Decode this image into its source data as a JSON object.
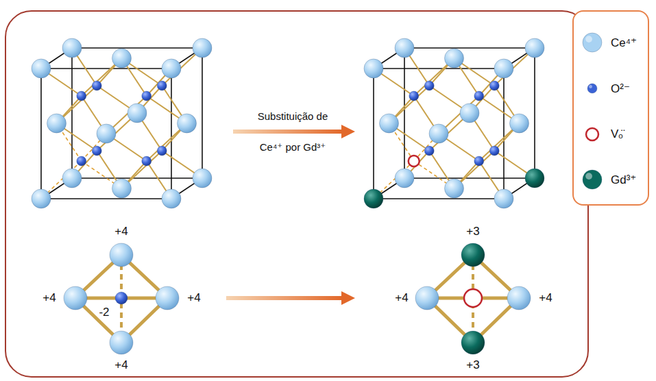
{
  "diagram": {
    "labels": [
      "Substituição de Ce⁴⁺ por Gd³⁺",
      "+4",
      "+4",
      "-2",
      "+4",
      "+4",
      "+3",
      "+4",
      "+4",
      "+3"
    ],
    "legend": [
      {
        "text": "Ce⁴⁺",
        "color": "#a8d2f2"
      },
      {
        "text": "O²⁻",
        "color": "#3b63d6"
      },
      {
        "text": "Vₒ̈"
      },
      {
        "text": "Gd³⁺",
        "color": "#0b6b5e"
      }
    ]
  }
}
